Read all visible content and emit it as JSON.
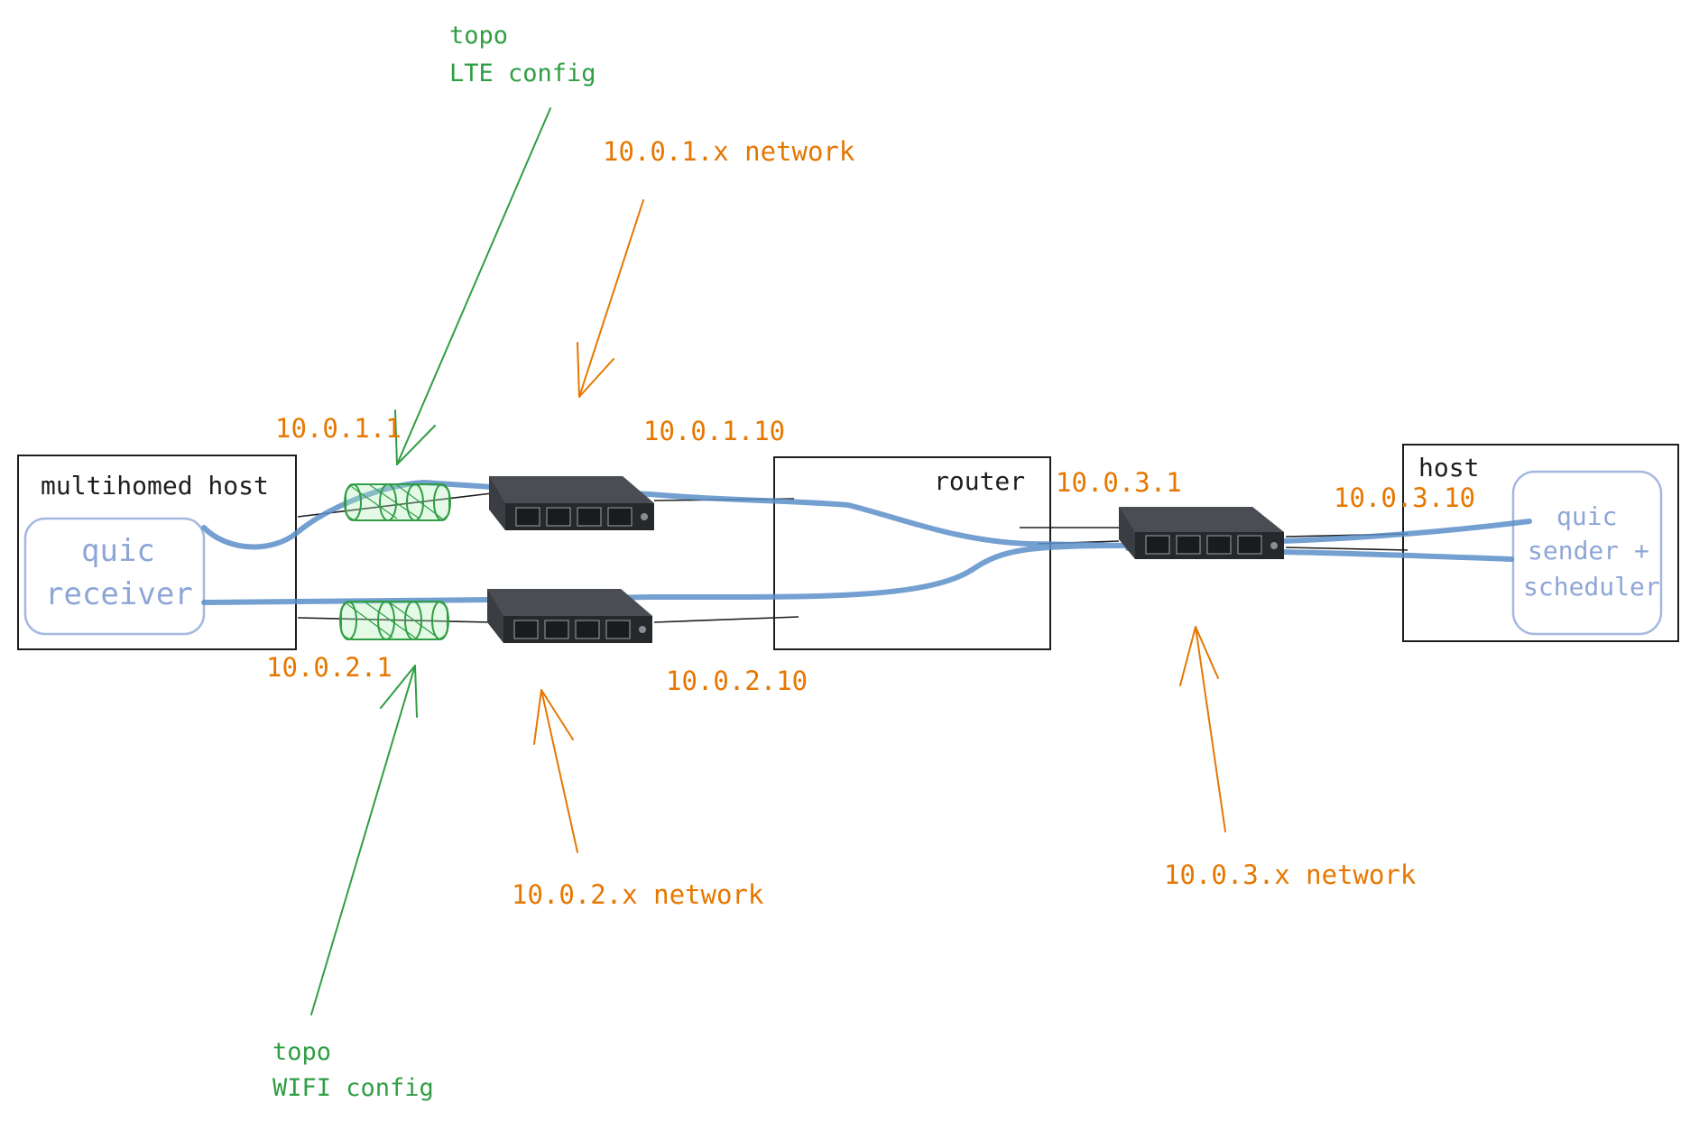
{
  "boxes": {
    "multihomed_host": "multihomed host",
    "router": "router",
    "host": "host",
    "quic_receiver": [
      "quic",
      "receiver"
    ],
    "quic_sender": [
      "quic",
      "sender +",
      "scheduler"
    ]
  },
  "ip_labels": {
    "lte_host": "10.0.1.1",
    "lte_router": "10.0.1.10",
    "wifi_host": "10.0.2.1",
    "wifi_router": "10.0.2.10",
    "router_out": "10.0.3.1",
    "host_in": "10.0.3.10"
  },
  "network_labels": {
    "net1": "10.0.1.x network",
    "net2": "10.0.2.x network",
    "net3": "10.0.3.x network"
  },
  "config_labels": {
    "lte": [
      "topo",
      "LTE config"
    ],
    "wifi": [
      "topo",
      "WIFI config"
    ]
  },
  "colors": {
    "orange": "#e67700",
    "green": "#2f9e44",
    "blue_link": "#5b8fc9",
    "box_stroke": "#1e1e1e",
    "switch_body": "#2b2d31"
  }
}
